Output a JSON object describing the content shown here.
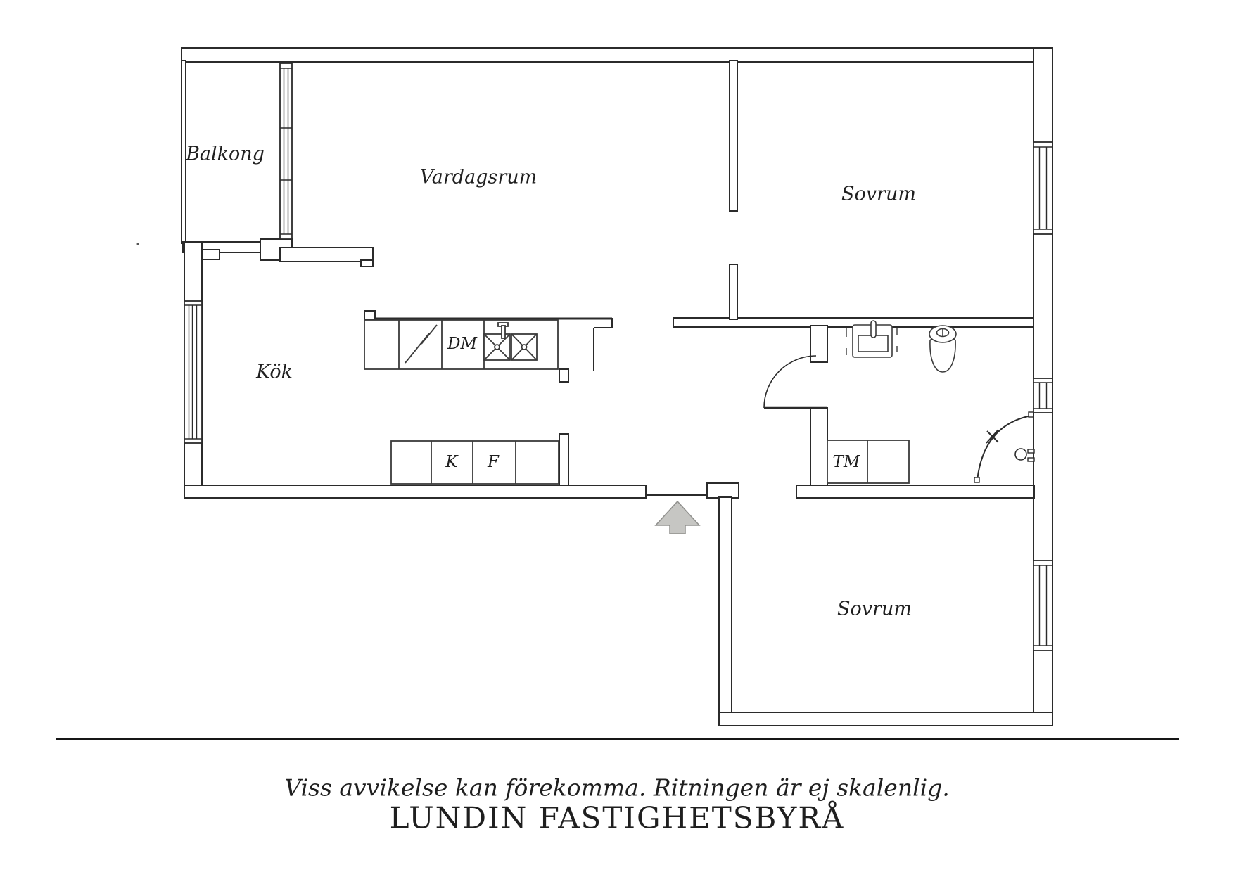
{
  "rooms": {
    "balcony": "Balkong",
    "living_room": "Vardagsrum",
    "bedroom_1": "Sovrum",
    "kitchen": "Kök",
    "bedroom_2": "Sovrum"
  },
  "appliances": {
    "dishwasher": "DM",
    "fridge": "K",
    "freezer": "F",
    "washing_machine": "TM"
  },
  "footer": {
    "disclaimer": "Viss avvikelse kan förekomma. Ritningen är ej skalenlig.",
    "agency": "LUNDIN FASTIGHETSBYRÅ"
  },
  "icons": {
    "entrance_arrow": "entrance-arrow-icon",
    "toilet": "toilet-icon",
    "bathroom_sink": "bathroom-sink-icon",
    "kitchen_sink": "kitchen-sink-icon",
    "stove_zigzag": "stove-icon",
    "shower": "shower-icon",
    "door_arc": "door-arc-icon",
    "window": "window-icon"
  },
  "colors": {
    "wall_line": "#2b2b2b",
    "background": "#ffffff",
    "arrow_fill": "#c6c6c3",
    "arrow_stroke": "#90908d",
    "rule": "#161616",
    "text": "#1f1f1f"
  }
}
